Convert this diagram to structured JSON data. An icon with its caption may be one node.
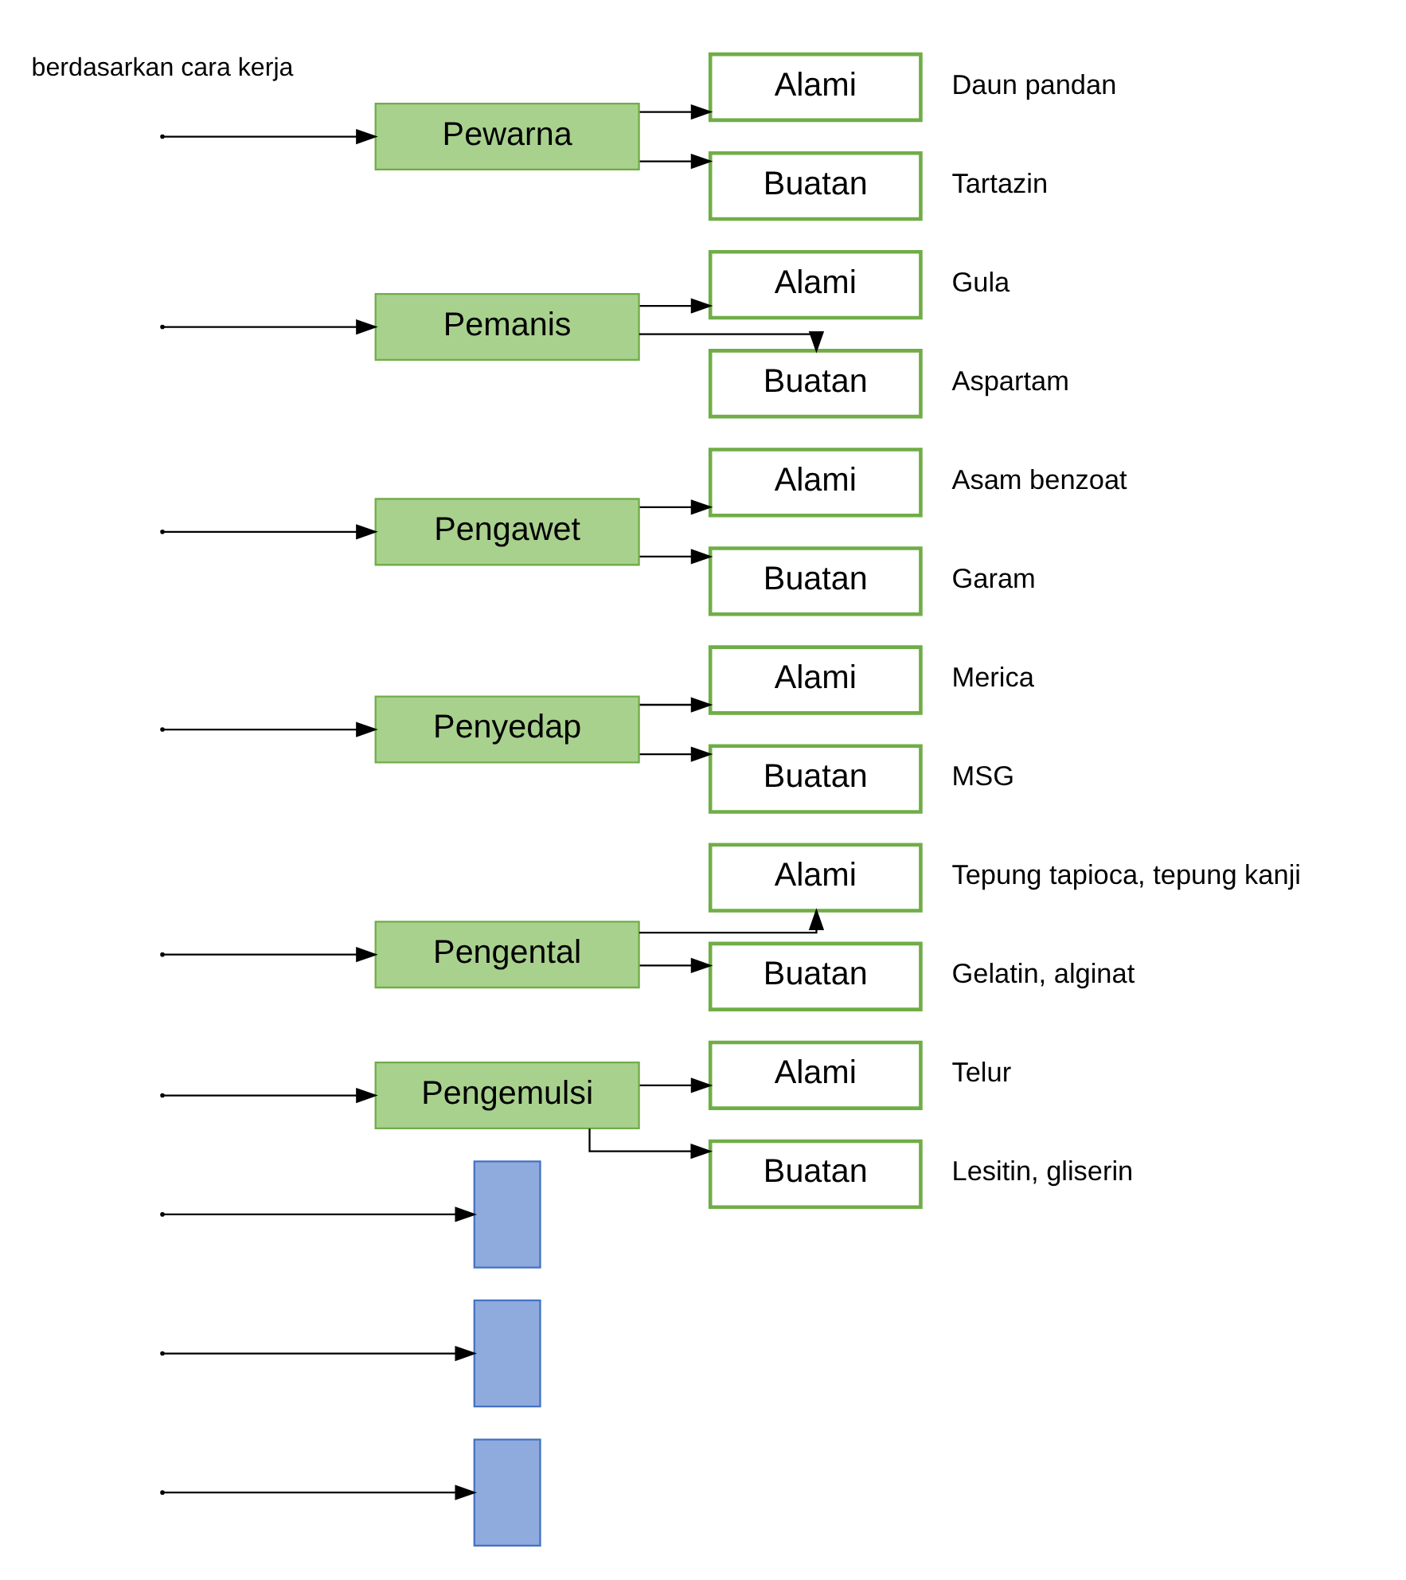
{
  "diagram": {
    "nodes": [
      {
        "text": [
          "Pewarna"
        ]
      },
      {
        "text": [
          "Alami"
        ],
        "beside": [
          "Daun pandan"
        ]
      },
      {
        "text": [
          "Buatan"
        ],
        "beside": [
          "Tartazin"
        ]
      },
      {
        "text": [
          "Pemanis"
        ]
      },
      {
        "text": [
          "Alami"
        ],
        "beside": [
          "Gula"
        ]
      },
      {
        "text": [
          "Buatan"
        ],
        "beside": [
          "Aspartam"
        ]
      },
      {
        "text": [
          "Pengawet"
        ]
      },
      {
        "text": [
          "Alami"
        ],
        "beside": [
          "Asam benzoat"
        ]
      },
      {
        "text": [
          "Buatan"
        ],
        "beside": [
          "Garam"
        ]
      },
      {
        "text": [
          "Penyedap"
        ]
      },
      {
        "text": [
          "Alami"
        ],
        "beside": [
          "Merica"
        ]
      },
      {
        "text": [
          "Buatan"
        ],
        "beside": [
          "MSG"
        ]
      },
      {
        "text": [
          "Pengental"
        ]
      },
      {
        "text": [
          "Alami"
        ],
        "beside": [
          "Tepung tapioca, tepung kanji"
        ]
      },
      {
        "text": [
          "Buatan"
        ],
        "beside": [
          "Gelatin, alginat"
        ]
      },
      {
        "text": [
          "Pengemulsi"
        ]
      },
      {
        "text": [
          "Alami"
        ],
        "beside": [
          "Telur"
        ]
      },
      {
        "text": [
          "Buatan"
        ],
        "beside": [
          "Lesitin, gliserin"
        ]
      },
      {
        "text": [],
        "shape": "box"
      },
      {
        "text": [],
        "shape": "box"
      },
      {
        "text": [],
        "shape": "box"
      }
    ],
    "edges": [
      {
        "from": null,
        "to": 0,
        "arrow": "to"
      },
      {
        "from": 0,
        "to": 1,
        "arrow": "to"
      },
      {
        "from": 0,
        "to": 2,
        "arrow": "to"
      },
      {
        "from": null,
        "to": 3,
        "arrow": "to"
      },
      {
        "from": 3,
        "to": 4,
        "arrow": "to"
      },
      {
        "from": 3,
        "to": 5,
        "arrow": "to"
      },
      {
        "from": null,
        "to": 6,
        "arrow": "to"
      },
      {
        "from": 6,
        "to": 7,
        "arrow": "to"
      },
      {
        "from": 6,
        "to": 8,
        "arrow": "to"
      },
      {
        "from": null,
        "to": 9,
        "arrow": "to"
      },
      {
        "from": 9,
        "to": 10,
        "arrow": "to"
      },
      {
        "from": 9,
        "to": 11,
        "arrow": "to"
      },
      {
        "from": null,
        "to": 12,
        "arrow": "to"
      },
      {
        "from": 12,
        "to": 13,
        "arrow": "to"
      },
      {
        "from": 12,
        "to": 14,
        "arrow": "to"
      },
      {
        "from": null,
        "to": 15,
        "arrow": "to"
      },
      {
        "from": 15,
        "to": 16,
        "arrow": "to"
      },
      {
        "from": 15,
        "to": 17,
        "arrow": "to"
      },
      {
        "from": null,
        "to": 18,
        "arrow": "to"
      },
      {
        "from": null,
        "to": 19,
        "arrow": "to"
      },
      {
        "from": null,
        "to": 20,
        "arrow": "to"
      }
    ],
    "labels": [
      "berdasarkan cara kerja"
    ]
  }
}
